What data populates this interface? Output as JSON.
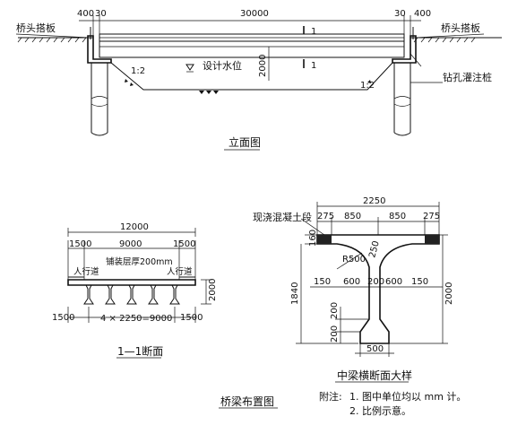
{
  "elevation": {
    "dims_top": [
      "400",
      "30",
      "30000",
      "30",
      "400"
    ],
    "abutment_slab_left": "桥头搭板",
    "abutment_slab_right": "桥头搭板",
    "section_mark": "1",
    "design_water_level": "设计水位",
    "height_dim": "2000",
    "slope_left": "1:2",
    "slope_right": "1:2",
    "pile_label": "钻孔灌注桩",
    "title": "立面图"
  },
  "section_1_1": {
    "width_total": "12000",
    "dims_top": [
      "1500",
      "9000",
      "1500"
    ],
    "paving_note": "铺装层厚200mm",
    "sidewalk_left": "人行道",
    "sidewalk_right": "人行道",
    "height_dim": "2000",
    "dims_bottom": [
      "1500",
      "4 × 2250=9000",
      "1500"
    ],
    "title": "1—1断面"
  },
  "beam_detail": {
    "width_total": "2250",
    "cast_in_place_label": "现浇混凝土段",
    "dims_top": [
      "275",
      "850",
      "850",
      "275"
    ],
    "flange_thickness": "160",
    "haunch_dim": "250",
    "radius_label": "R500",
    "height_left": "1840",
    "web_dims": [
      "150",
      "600",
      "200",
      "600",
      "150"
    ],
    "height_right": "2000",
    "bulb_dims": [
      "200",
      "200"
    ],
    "bottom_width": "500",
    "title": "中梁横断面大样"
  },
  "layout_title": "桥梁布置图",
  "notes": {
    "heading": "附注:",
    "items": [
      "1. 图中单位均以 mm 计。",
      "2. 比例示意。"
    ]
  }
}
